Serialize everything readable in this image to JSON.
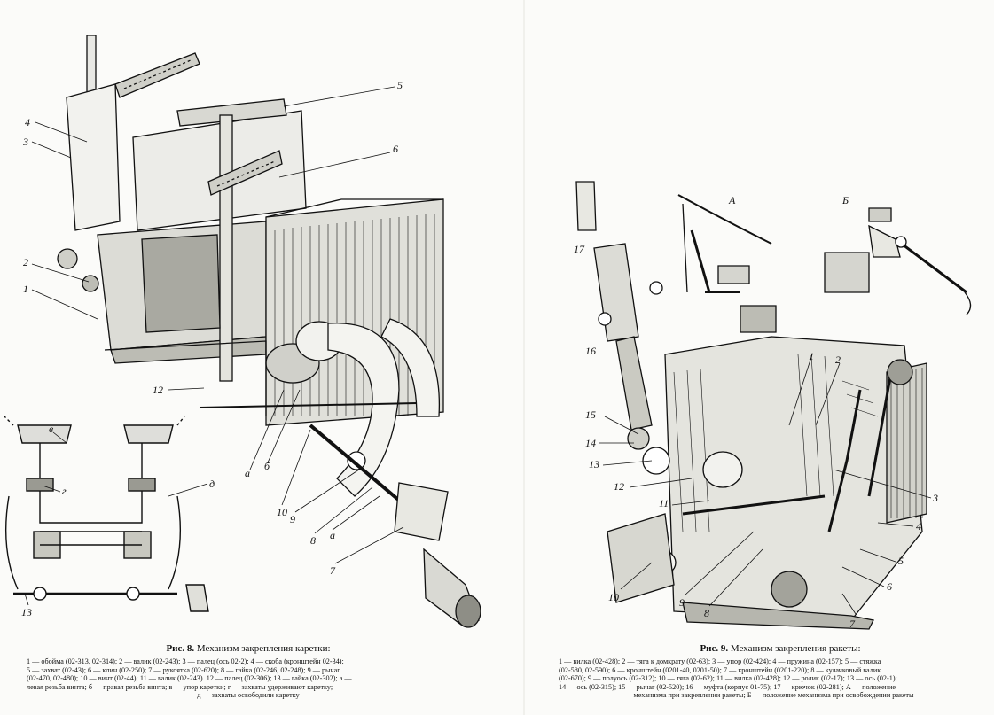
{
  "figure8": {
    "caption_title_num": "Рис. 8.",
    "caption_title_text": "Механизм закрепления каретки:",
    "caption_lines": [
      "1 — обойма (02-313, 02-314); 2 — валик (02-243); 3 — палец (ось 02-2); 4 — скоба (кронштейн 02-34);",
      "5 — захват (02-43); 6 — клин (02-250); 7 — рукоятка (02-620); 8 — гайка (02-246, 02-248); 9 — рычаг",
      "(02-470, 02-480); 10 — винт (02-44); 11 — валик (02-243). 12 — палец (02-306); 13 — гайка (02-302); а —",
      "левая резьба винта; б — правая резьба винта; в — упор каретки; г — захваты удерживают каретку;",
      "д — захваты освободили каретку"
    ],
    "callouts": [
      "5",
      "4",
      "3",
      "6",
      "2",
      "1",
      "12",
      "а",
      "б",
      "10",
      "9",
      "8",
      "а",
      "7",
      "в",
      "г",
      "д",
      "13"
    ]
  },
  "figure9": {
    "caption_title_num": "Рис. 9.",
    "caption_title_text": "Механизм закрепления ракеты:",
    "caption_lines": [
      "1 — вилка (02-428); 2 — тяга к домкрату (02-63); 3 — упор (02-424); 4 — пружина (02-157); 5 — стяжка",
      "(02-580, 02-590); 6 — кронштейн (0201-40, 0201-50); 7 — кронштейн (0201-220); 8 — кулачковый валик",
      "(02-670); 9 — полуось (02-312); 10 — тяга (02-62); 11 — вилка (02-428); 12 — ролик (02-17); 13 — ось (02-1);",
      "14 — ось (02-315); 15 — рычаг (02-520); 16 — муфта (корпус 01-75); 17 — крючок (02-281); А — положение",
      "механизма при закреплении ракеты; Б — положение механизма при освобождении ракеты"
    ],
    "callouts": [
      "А",
      "Б",
      "17",
      "16",
      "15",
      "14",
      "13",
      "12",
      "11",
      "10",
      "9",
      "8",
      "7",
      "6",
      "5",
      "4",
      "3",
      "2",
      "1"
    ]
  }
}
